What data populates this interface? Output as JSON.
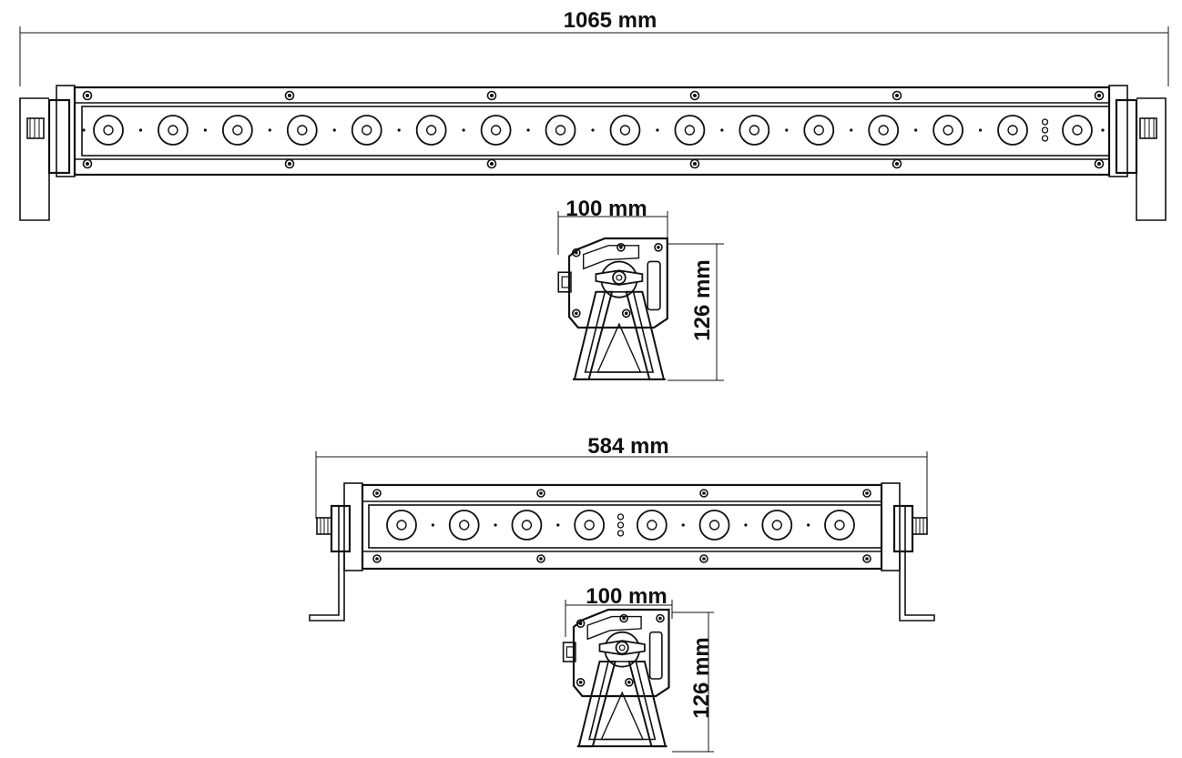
{
  "dimensions": {
    "long_bar_length": "1065 mm",
    "long_side_depth": "100 mm",
    "long_side_height": "126 mm",
    "short_bar_length": "584 mm",
    "short_side_depth": "100 mm",
    "short_side_height": "126 mm"
  },
  "fixtures": {
    "long_bar_led_count": 16,
    "short_bar_led_count": 8
  }
}
